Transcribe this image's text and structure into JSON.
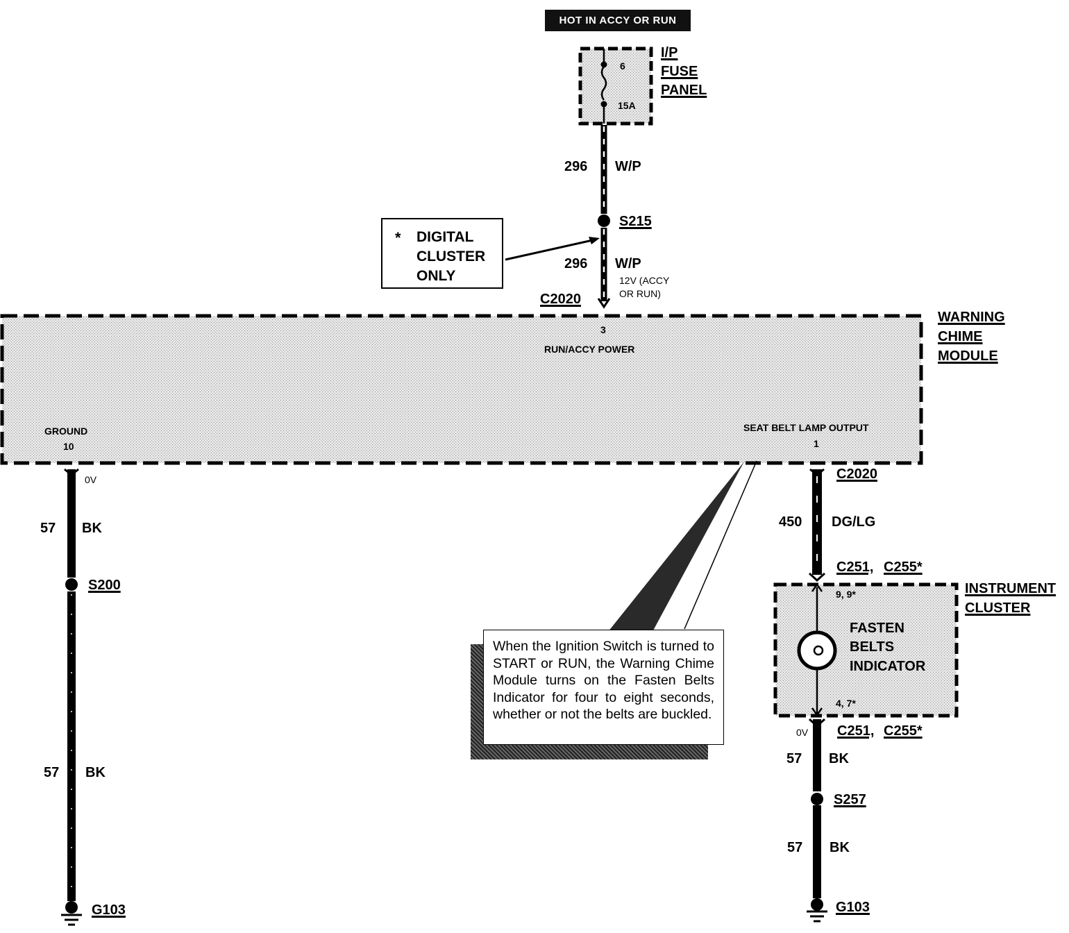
{
  "power": {
    "hot_label": "HOT IN ACCY OR RUN",
    "fuse_panel": {
      "line1": "I/P",
      "line2": "FUSE",
      "line3": "PANEL",
      "fuse_number": "6",
      "fuse_rating": "15A"
    }
  },
  "upper_wire": {
    "circuit_top": "296",
    "color_top": "W/P",
    "splice": "S215",
    "circuit_bottom": "296",
    "color_bottom": "W/P",
    "voltage_note_line1": "12V (ACCY",
    "voltage_note_line2": "OR RUN)",
    "connector": "C2020"
  },
  "digital_note": {
    "star": "*",
    "line1": "DIGITAL",
    "line2": "CLUSTER",
    "line3": "ONLY"
  },
  "module": {
    "name_line1": "WARNING",
    "name_line2": "CHIME",
    "name_line3": "MODULE",
    "pin3_number": "3",
    "pin3_label": "RUN/ACCY POWER",
    "pin10_label": "GROUND",
    "pin10_number": "10",
    "pin1_label": "SEAT BELT LAMP OUTPUT",
    "pin1_number": "1"
  },
  "ground_left": {
    "voltage": "0V",
    "circuit_top": "57",
    "color_top": "BK",
    "splice": "S200",
    "circuit_bottom": "57",
    "color_bottom": "BK",
    "ground": "G103"
  },
  "right_branch": {
    "connector_top": "C2020",
    "circuit": "450",
    "color": "DG/LG",
    "cluster_connector_a": "C251,",
    "cluster_connector_b": "C255*",
    "pins_top": "9, 9*",
    "cluster_name_line1": "INSTRUMENT",
    "cluster_name_line2": "CLUSTER",
    "indicator_line1": "FASTEN",
    "indicator_line2": "BELTS",
    "indicator_line3": "INDICATOR",
    "pins_bottom": "4, 7*",
    "voltage": "0V",
    "lower_connector_a": "C251,",
    "lower_connector_b": "C255*",
    "circuit_mid": "57",
    "color_mid": "BK",
    "splice": "S257",
    "circuit_low": "57",
    "color_low": "BK",
    "ground": "G103"
  },
  "note": {
    "text": "When the Ignition Switch is turned to START or RUN, the Warning Chime Module turns on the Fasten Belts Indicator for four to eight seconds, whether or not the belts are buckled."
  }
}
